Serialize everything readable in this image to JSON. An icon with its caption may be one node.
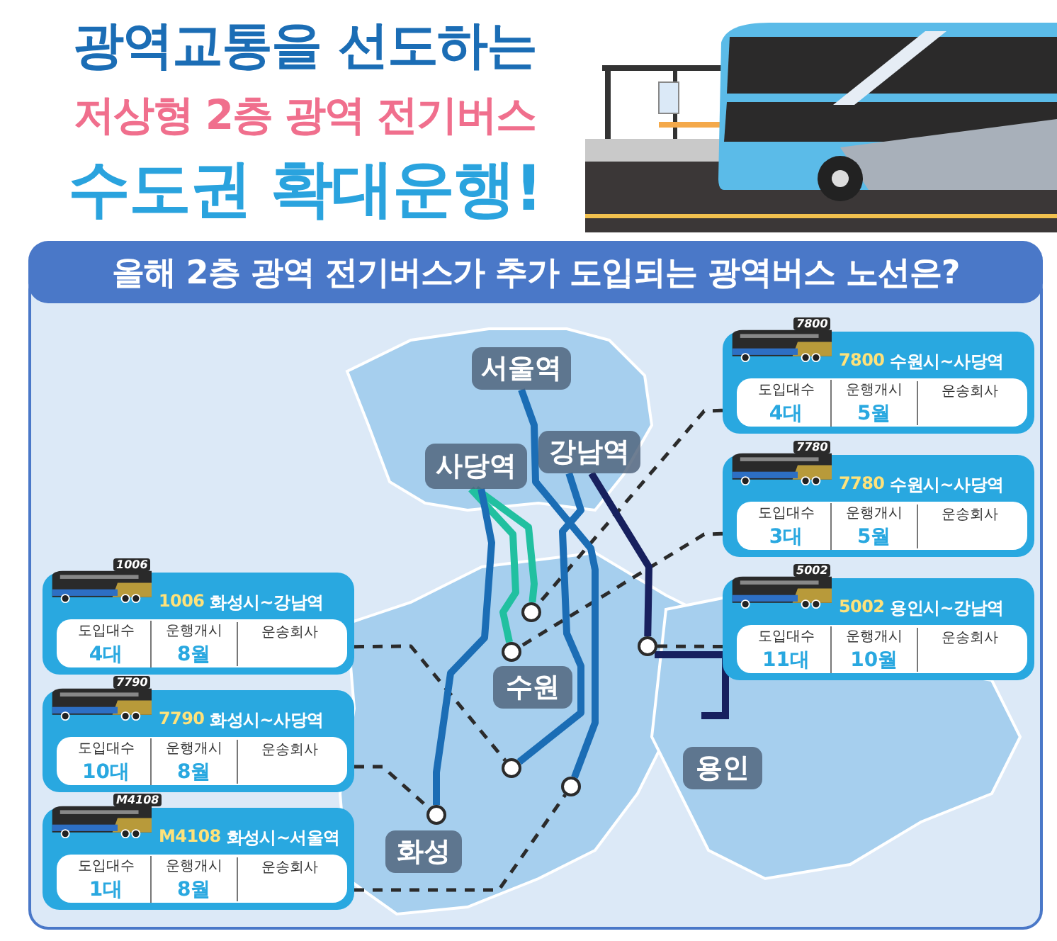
{
  "diagram": {
    "title": "올해 2층 광역 전기버스가 추가 도입되는 광역버스 노선은?",
    "nodes": [
      {
        "text": [
          "7800",
          "수원시~사당역",
          "도입대수",
          "4대",
          "운행개시",
          "5월",
          "운송회사"
        ],
        "beside": [
          "7800"
        ]
      },
      {
        "text": [
          "7780",
          "수원시~사당역",
          "도입대수",
          "3대",
          "운행개시",
          "5월",
          "운송회사"
        ],
        "beside": [
          "7780"
        ]
      },
      {
        "text": [
          "5002",
          "용인시~강남역",
          "도입대수",
          "11대",
          "운행개시",
          "10월",
          "운송회사"
        ],
        "beside": [
          "5002"
        ]
      },
      {
        "text": [
          "1006",
          "화성시~강남역",
          "도입대수",
          "4대",
          "운행개시",
          "8월",
          "운송회사"
        ],
        "beside": [
          "1006"
        ]
      },
      {
        "text": [
          "7790",
          "화성시~사당역",
          "도입대수",
          "10대",
          "운행개시",
          "8월",
          "운송회사"
        ],
        "beside": [
          "7790"
        ]
      },
      {
        "text": [
          "M4108",
          "화성시~서울역",
          "도입대수",
          "1대",
          "운행개시",
          "8월",
          "운송회사"
        ],
        "beside": [
          "M4108"
        ]
      },
      {
        "text": [
          "서울역"
        ]
      },
      {
        "text": [
          "사당역"
        ]
      },
      {
        "text": [
          "강남역"
        ]
      },
      {
        "text": [
          "수원"
        ]
      },
      {
        "text": [
          "용인"
        ]
      },
      {
        "text": [
          "화성"
        ]
      },
      {
        "text": [],
        "shape": "circle"
      },
      {
        "text": [],
        "shape": "circle"
      },
      {
        "text": [],
        "shape": "circle"
      },
      {
        "text": [],
        "shape": "circle"
      },
      {
        "text": [],
        "shape": "circle"
      },
      {
        "text": [],
        "shape": "circle"
      }
    ],
    "edges": [
      {
        "from": 0,
        "to": 12,
        "arrow": "none",
        "style": "dashed"
      },
      {
        "from": 1,
        "to": 13,
        "arrow": "none",
        "style": "dashed"
      },
      {
        "from": 2,
        "to": 14,
        "arrow": "none",
        "style": "dashed"
      },
      {
        "from": 3,
        "to": 15,
        "arrow": "none",
        "style": "dashed"
      },
      {
        "from": 4,
        "to": 16,
        "arrow": "none",
        "style": "dashed"
      },
      {
        "from": 5,
        "to": 17,
        "arrow": "none",
        "style": "dashed"
      },
      {
        "from": 7,
        "to": 12,
        "arrow": "none",
        "style": "thick",
        "color": "#21c0a0"
      },
      {
        "from": 7,
        "to": 13,
        "arrow": "none",
        "style": "thick",
        "color": "#21c0a0"
      },
      {
        "from": 7,
        "to": 16,
        "arrow": "none",
        "style": "thick",
        "color": "#1b6db5"
      },
      {
        "from": 6,
        "to": 17,
        "arrow": "none",
        "style": "thick",
        "color": "#1b6db5"
      },
      {
        "from": 8,
        "to": 15,
        "arrow": "none",
        "style": "thick",
        "color": "#1b6db5"
      },
      {
        "from": 8,
        "to": 14,
        "arrow": "none",
        "style": "thick",
        "color": "#17205e"
      }
    ],
    "labels": [
      "광역교통을 선도하는",
      "저상형 2층 광역 전기버스",
      "수도권 확대운행!"
    ]
  }
}
